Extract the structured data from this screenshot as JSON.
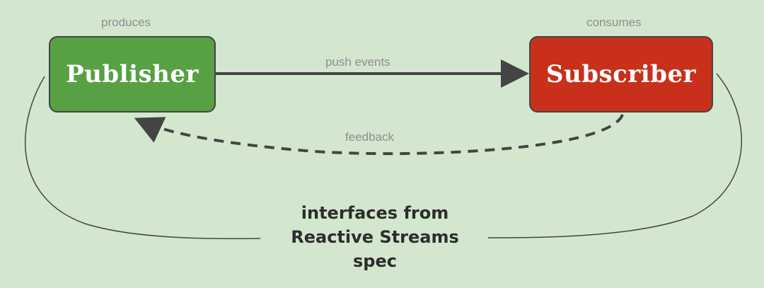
{
  "diagram": {
    "publisher": {
      "label": "Publisher",
      "caption": "produces",
      "color": "#57a043"
    },
    "subscriber": {
      "label": "Subscriber",
      "caption": "consumes",
      "color": "#c9301b"
    },
    "edges": {
      "push": {
        "label": "push events",
        "style": "solid",
        "direction": "publisher-to-subscriber"
      },
      "feedback": {
        "label": "feedback",
        "style": "dashed",
        "direction": "subscriber-to-publisher"
      }
    },
    "spec": {
      "line1": "interfaces from",
      "line2": "Reactive Streams",
      "line3": "spec"
    },
    "colors": {
      "background": "#d3e7cf",
      "arrow": "#444444",
      "caption": "#8e8e8e"
    }
  }
}
